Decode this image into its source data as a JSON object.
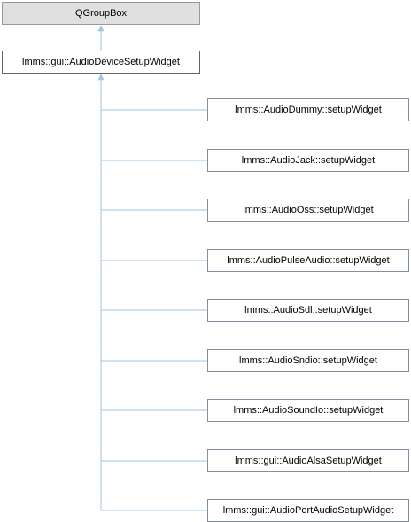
{
  "diagram": {
    "edge_color": "#9ec6e6",
    "root": {
      "label": "QGroupBox",
      "fill": "#e0e0e0"
    },
    "parent": {
      "label": "lmms::gui::AudioDeviceSetupWidget"
    },
    "children": [
      {
        "label": "lmms::AudioDummy::setupWidget"
      },
      {
        "label": "lmms::AudioJack::setupWidget"
      },
      {
        "label": "lmms::AudioOss::setupWidget"
      },
      {
        "label": "lmms::AudioPulseAudio::setupWidget"
      },
      {
        "label": "lmms::AudioSdl::setupWidget"
      },
      {
        "label": "lmms::AudioSndio::setupWidget"
      },
      {
        "label": "lmms::AudioSoundIo::setupWidget"
      },
      {
        "label": "lmms::gui::AudioAlsaSetupWidget"
      },
      {
        "label": "lmms::gui::AudioPortAudioSetupWidget"
      }
    ]
  }
}
